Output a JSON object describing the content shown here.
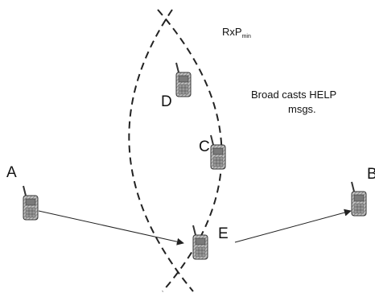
{
  "diagram": {
    "boundary_label": {
      "main": "RxP",
      "sub": "min"
    },
    "note_lines": [
      "Broad casts HELP",
      "msgs."
    ],
    "nodes": [
      {
        "id": "A",
        "label": "A"
      },
      {
        "id": "B",
        "label": "B"
      },
      {
        "id": "C",
        "label": "C"
      },
      {
        "id": "D",
        "label": "D"
      },
      {
        "id": "E",
        "label": "E"
      }
    ],
    "links": [
      {
        "from": "A",
        "to": "E"
      },
      {
        "from": "E",
        "to": "B"
      }
    ],
    "colors": {
      "line": "#222222",
      "phone_fill": "#b8b8b8",
      "phone_stroke": "#333333",
      "text": "#111111"
    }
  }
}
